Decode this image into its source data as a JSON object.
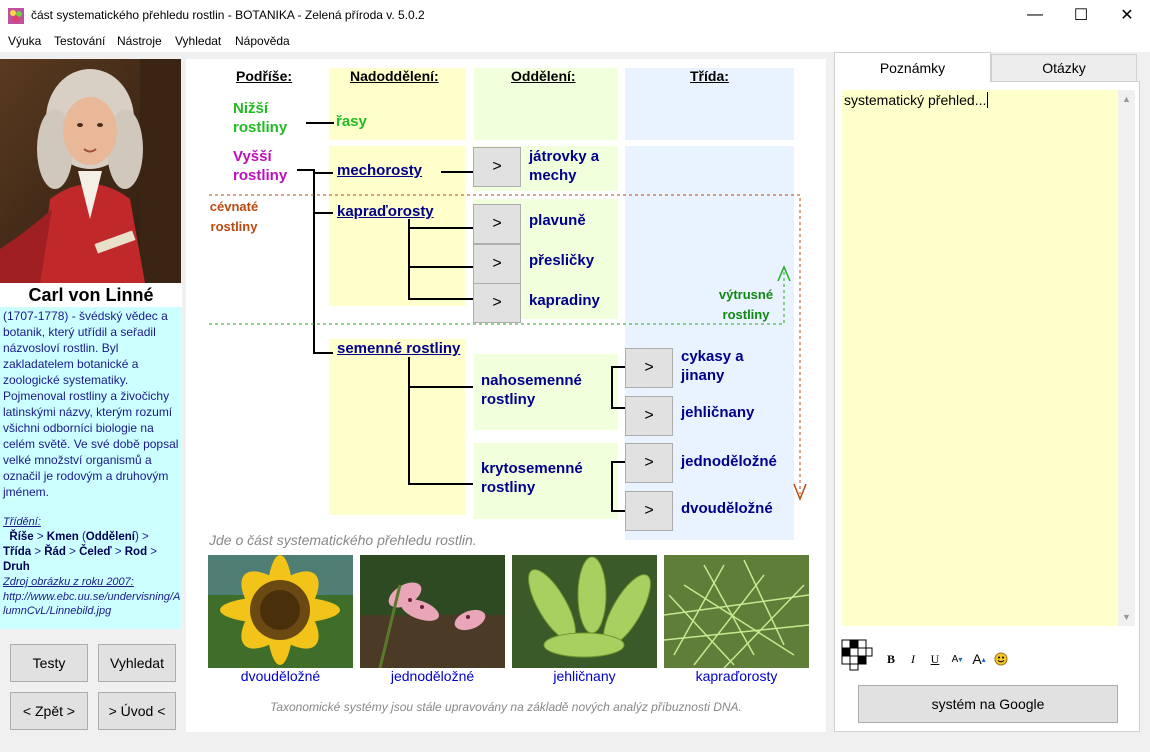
{
  "window": {
    "title": "část systematického přehledu rostlin - BOTANIKA - Zelená příroda v. 5.0.2",
    "minimize": "—",
    "maximize": "☐",
    "close": "✕"
  },
  "menu": [
    "Výuka",
    "Testování",
    "Nástroje",
    "Vyhledat",
    "Nápověda"
  ],
  "person": {
    "name": "Carl von Linné",
    "bio": "(1707-1778) - švédský vědec a botanik, který utřídil a seřadil názvosloví rostlin. Byl zakladatelem botanické a zoologické systematiky. Pojmenoval rostliny a živočichy latinskými názvy, kterým rozumí všichni odborníci biologie na celém světě. Ve své době popsal velké množství organismů a označil je rodovým a druhovým jménem.",
    "trideni_label": "Třídění:",
    "trideni": {
      "rise": "Říše",
      "kmen": "Kmen",
      "oddeleni": "Oddělení",
      "trida": "Třída",
      "rad": "Řád",
      "celed": "Čeleď",
      "rod": "Rod",
      "druh": "Druh",
      "sep": " > "
    },
    "source_label": "Zdroj obrázku z roku 2007:",
    "source_url": "http://www.ebc.uu.se/undervisning/AlumnCvL/Linnebild.jpg"
  },
  "buttons": {
    "testy": "Testy",
    "vyhledat": "Vyhledat",
    "zpet": "< Zpět >",
    "uvod": "> Úvod <"
  },
  "diagram": {
    "headers": [
      "Podříše:",
      "Nadoddělení:",
      "Oddělení:",
      "Třída:"
    ],
    "nizsi": "Nižší rostliny",
    "vyssi": "Vyšší rostliny",
    "rasy": "řasy",
    "mechorosty": "mechorosty",
    "kapradorosty": "kapraďorosty",
    "semenne": "semenné rostliny",
    "jatrovky": "játrovky a mechy",
    "plavune": "plavuně",
    "preslicky": "přesličky",
    "kapradiny": "kapradiny",
    "nahosemenne": "nahosemenné rostliny",
    "krytosemenne": "krytosemenné rostliny",
    "cykasy": "cykasy a jinany",
    "jehlicnany": "jehličnany",
    "jednodelozne": "jednoděložné",
    "dvoudelozne": "dvouděložné",
    "cevnate": "cévnaté rostliny",
    "vytrusne": "výtrusné rostliny",
    "go": ">"
  },
  "note_top": "Jde o část systematického přehledu rostlin.",
  "photos": [
    {
      "caption": "dvouděložné"
    },
    {
      "caption": "jednoděložné"
    },
    {
      "caption": "jehličnany"
    },
    {
      "caption": "kapraďorosty"
    }
  ],
  "note_bottom": "Taxonomické systémy jsou stále upravovány na základě nových analýz příbuznosti DNA.",
  "tabs": [
    "Poznámky",
    "Otázky"
  ],
  "notes_text": "systematický přehled...",
  "format": {
    "bold": "B",
    "italic": "I",
    "underline": "U"
  },
  "google_button": "systém na Google",
  "colors": {
    "notes_bg": "#ffffcc",
    "bio_bg": "#ccffff",
    "link": "#00008b"
  }
}
